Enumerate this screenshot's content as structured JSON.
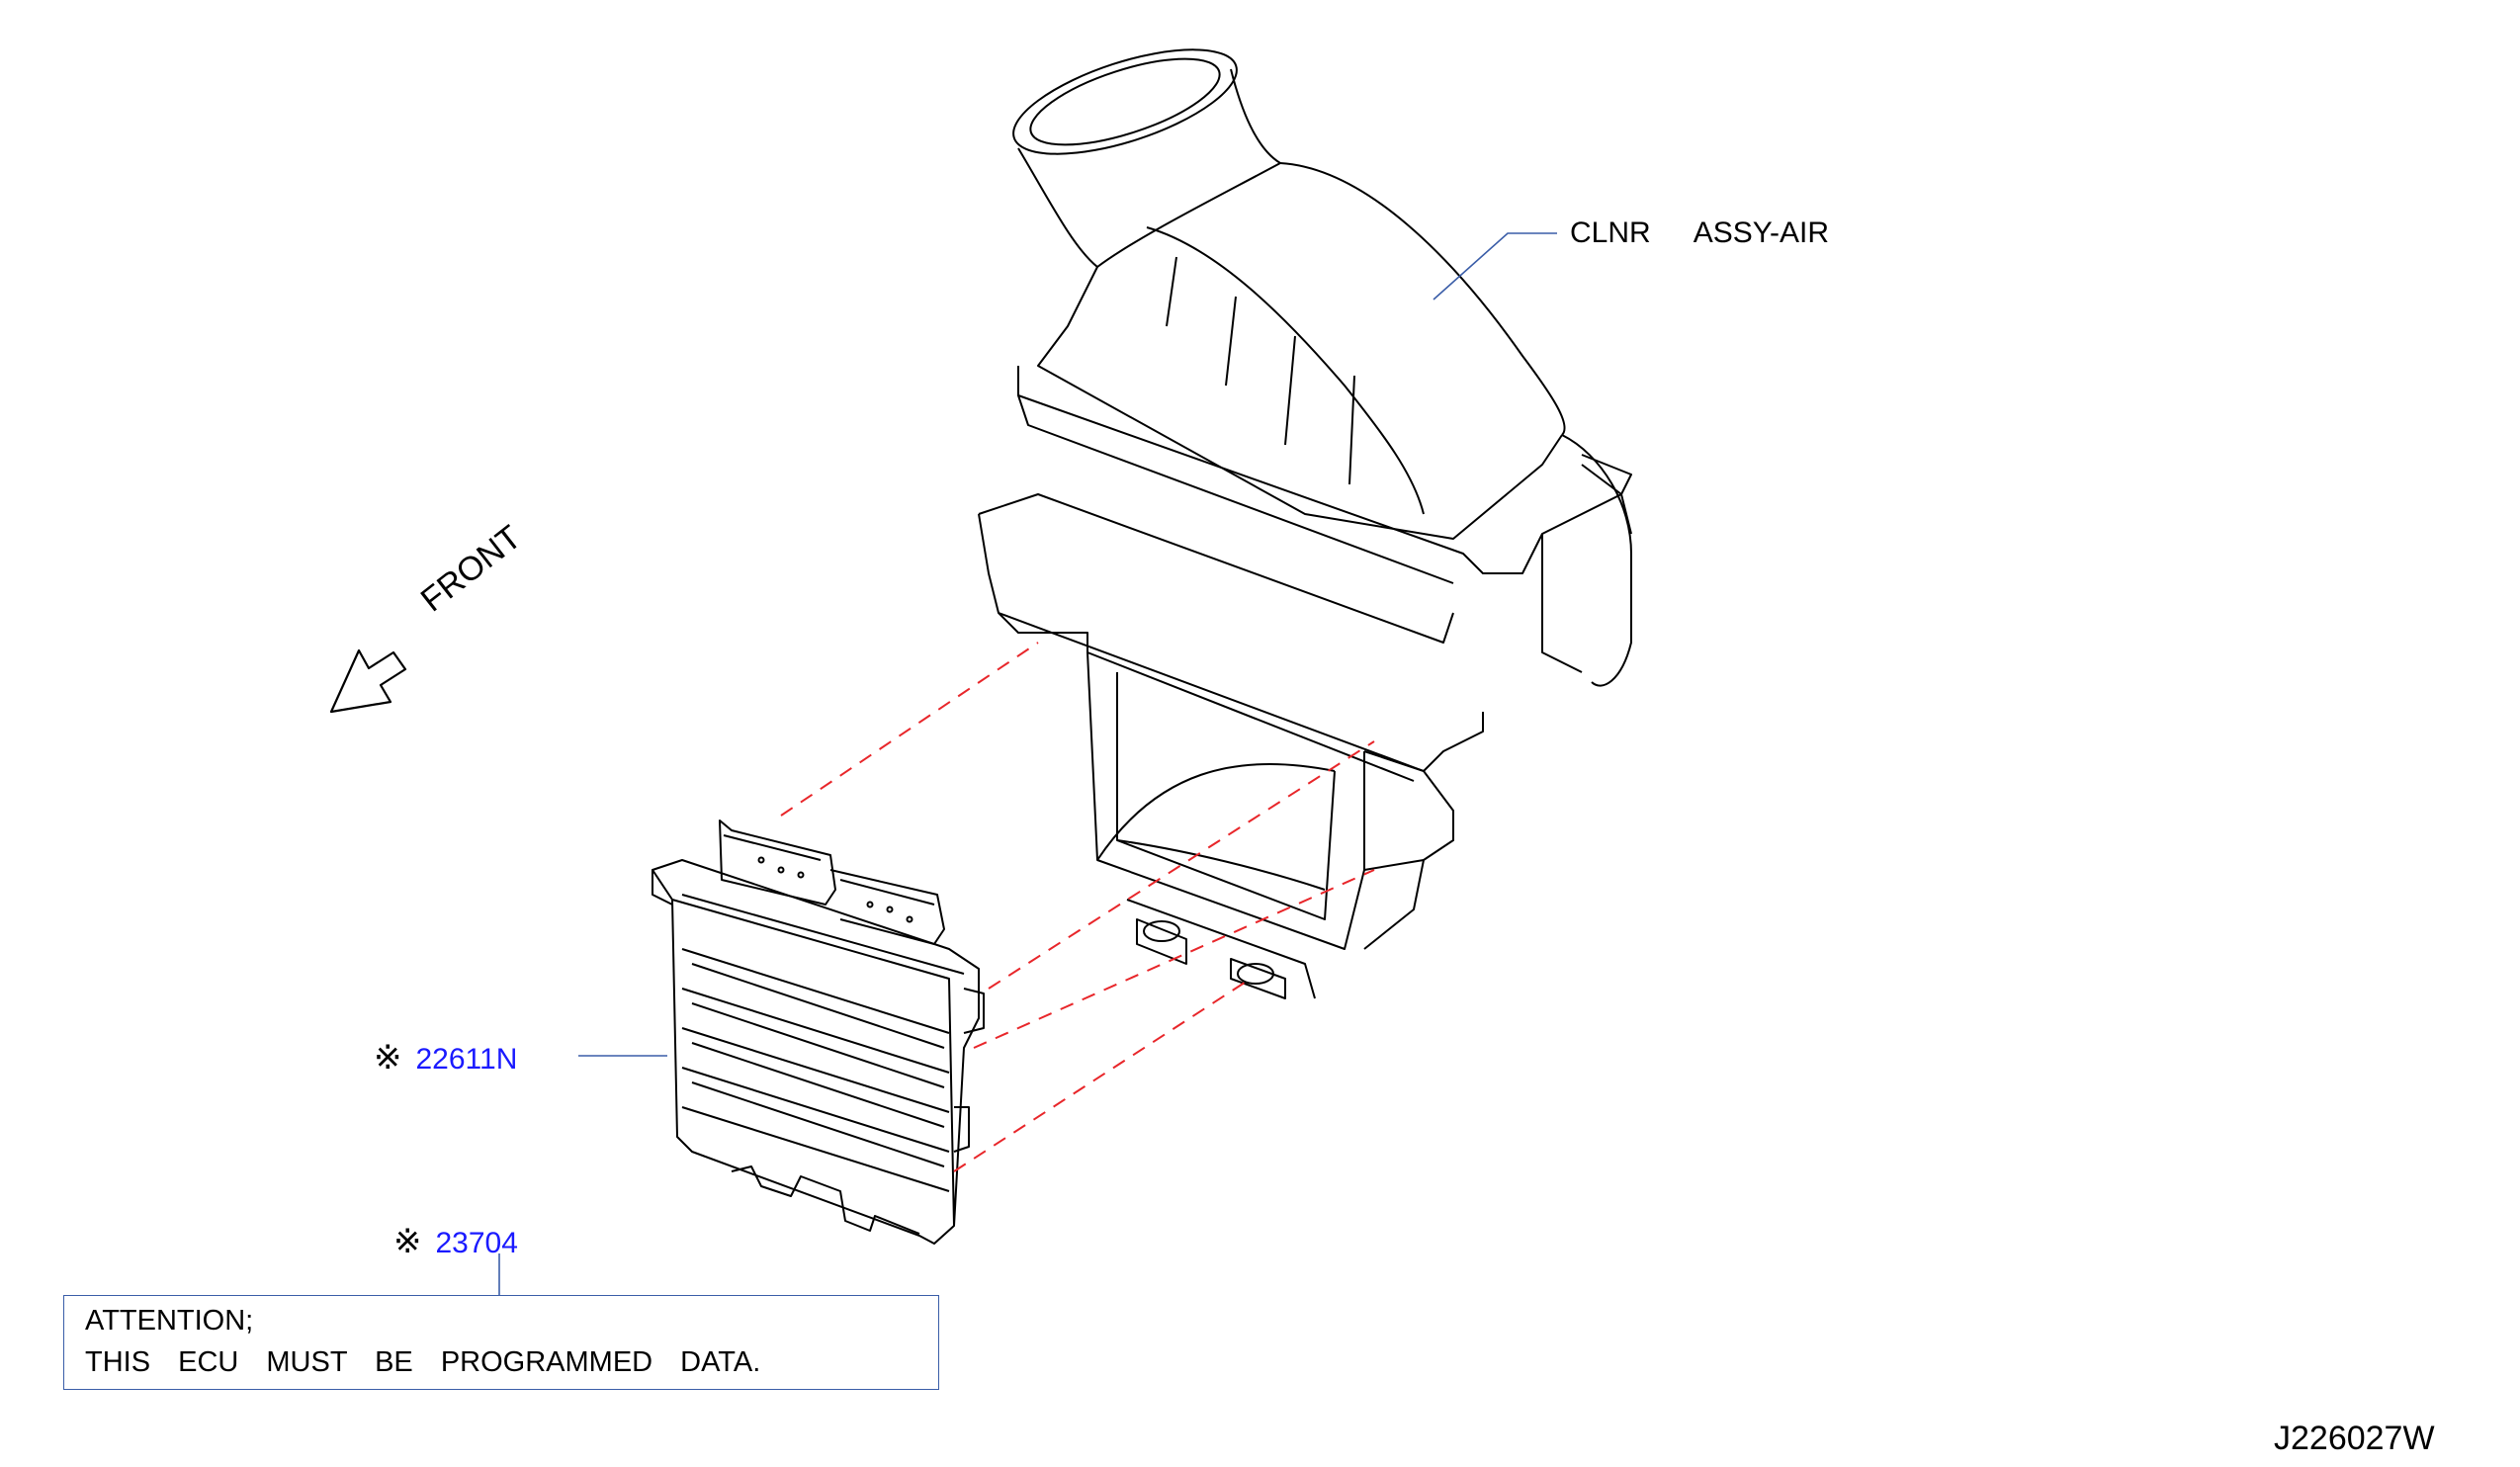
{
  "callouts": {
    "air_cleaner": "CLNR  ASSY-AIR",
    "ecu_part": "22611N",
    "software_part": "23704",
    "mark_symbol": "※"
  },
  "direction_label": "FRONT",
  "attention": {
    "line1": "ATTENTION;",
    "line2": "THIS ECU MUST BE PROGRAMMED DATA."
  },
  "figure_code": "J226027W",
  "colors": {
    "part_number": "#1a1aff",
    "leader_line": "#3a5da8",
    "dashed_guide": "#e8262a",
    "drawing": "#000000"
  }
}
